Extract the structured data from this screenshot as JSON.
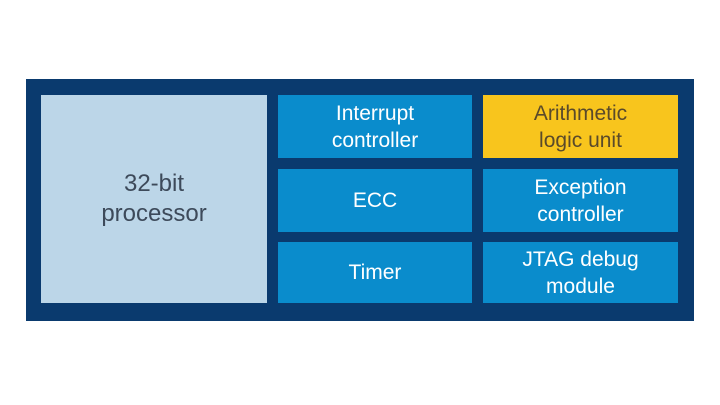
{
  "diagram": {
    "processor_label": "32-bit\nprocessor",
    "blocks": [
      {
        "label": "Interrupt\ncontroller"
      },
      {
        "label": "Arithmetic\nlogic unit"
      },
      {
        "label": "ECC"
      },
      {
        "label": "Exception\ncontroller"
      },
      {
        "label": "Timer"
      },
      {
        "label": "JTAG debug\nmodule"
      }
    ]
  },
  "colors": {
    "frame": "#0a3a6e",
    "processor": "#bcd6e8",
    "module": "#0a8ccc",
    "highlight": "#f8c51d"
  }
}
